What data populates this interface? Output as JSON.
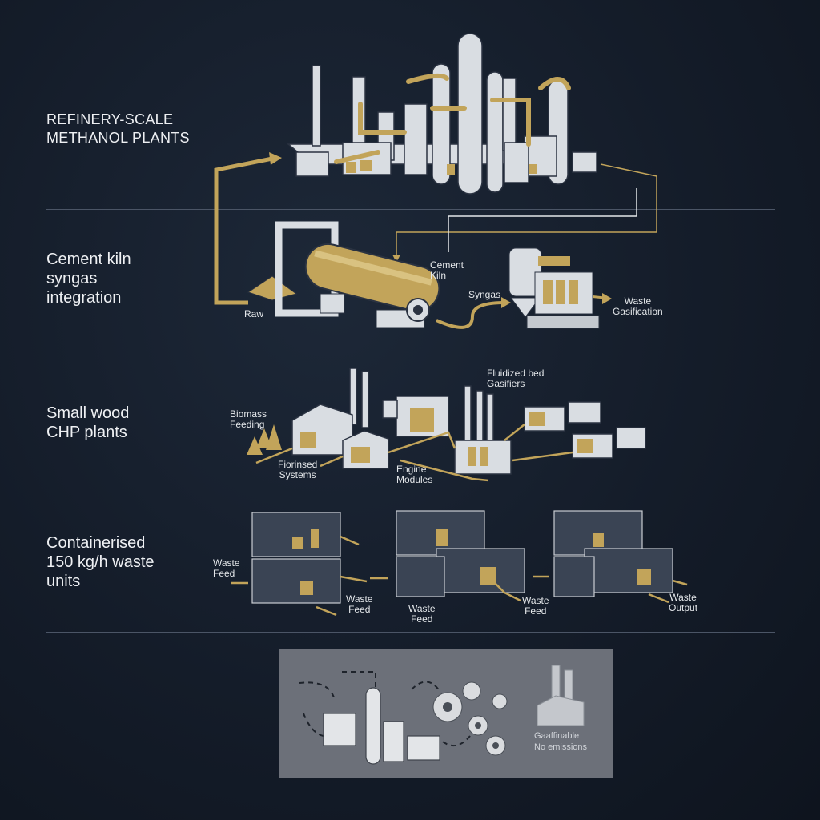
{
  "rows": [
    {
      "title_lines": [
        "REFINERY-SCALE",
        "METHANOL PLANTS"
      ]
    },
    {
      "title_lines": [
        "Cement kiln",
        "syngas",
        "integration"
      ],
      "labels": {
        "raw": "Raw",
        "cement_kiln": [
          "Cement",
          "Kiln"
        ],
        "syngas": "Syngas",
        "waste_gasification": [
          "Waste",
          "Gasification"
        ]
      }
    },
    {
      "title_lines": [
        "Small wood",
        "CHP plants"
      ],
      "labels": {
        "biomass_feeding": [
          "Biomass",
          "Feeding"
        ],
        "fluidized_bed": [
          "Fluidized bed",
          "Gasifiers"
        ],
        "fiorinsed_systems": [
          "Fiorinsed",
          "Systems"
        ],
        "engine_modules": [
          "Engine",
          "Modules"
        ]
      }
    },
    {
      "title_lines": [
        "Containerised",
        "150 kg/h waste",
        "units"
      ],
      "labels": {
        "waste_feed_1": [
          "Waste",
          "Feed"
        ],
        "waste_feed_2": [
          "Waste",
          "Feed"
        ],
        "waste_feed_3": [
          "Waste",
          "Feed"
        ],
        "waste_feed_4": [
          "Waste",
          "Feed"
        ],
        "waste_output": [
          "Waste",
          "Output"
        ]
      }
    }
  ],
  "panel": {
    "lines": [
      "Gaaffinable",
      "No emissions"
    ]
  },
  "colors": {
    "background": "#141c29",
    "accent_gold": "#c2a45a",
    "line": "#4b5566",
    "panel": "#6c7079",
    "structure": "#d9dde2"
  },
  "icons": [
    "refinery-icon",
    "rotary-kiln-icon",
    "gasifier-icon",
    "factory-icon",
    "smokestack-icon",
    "container-icon",
    "gear-icon",
    "tree-icon"
  ]
}
